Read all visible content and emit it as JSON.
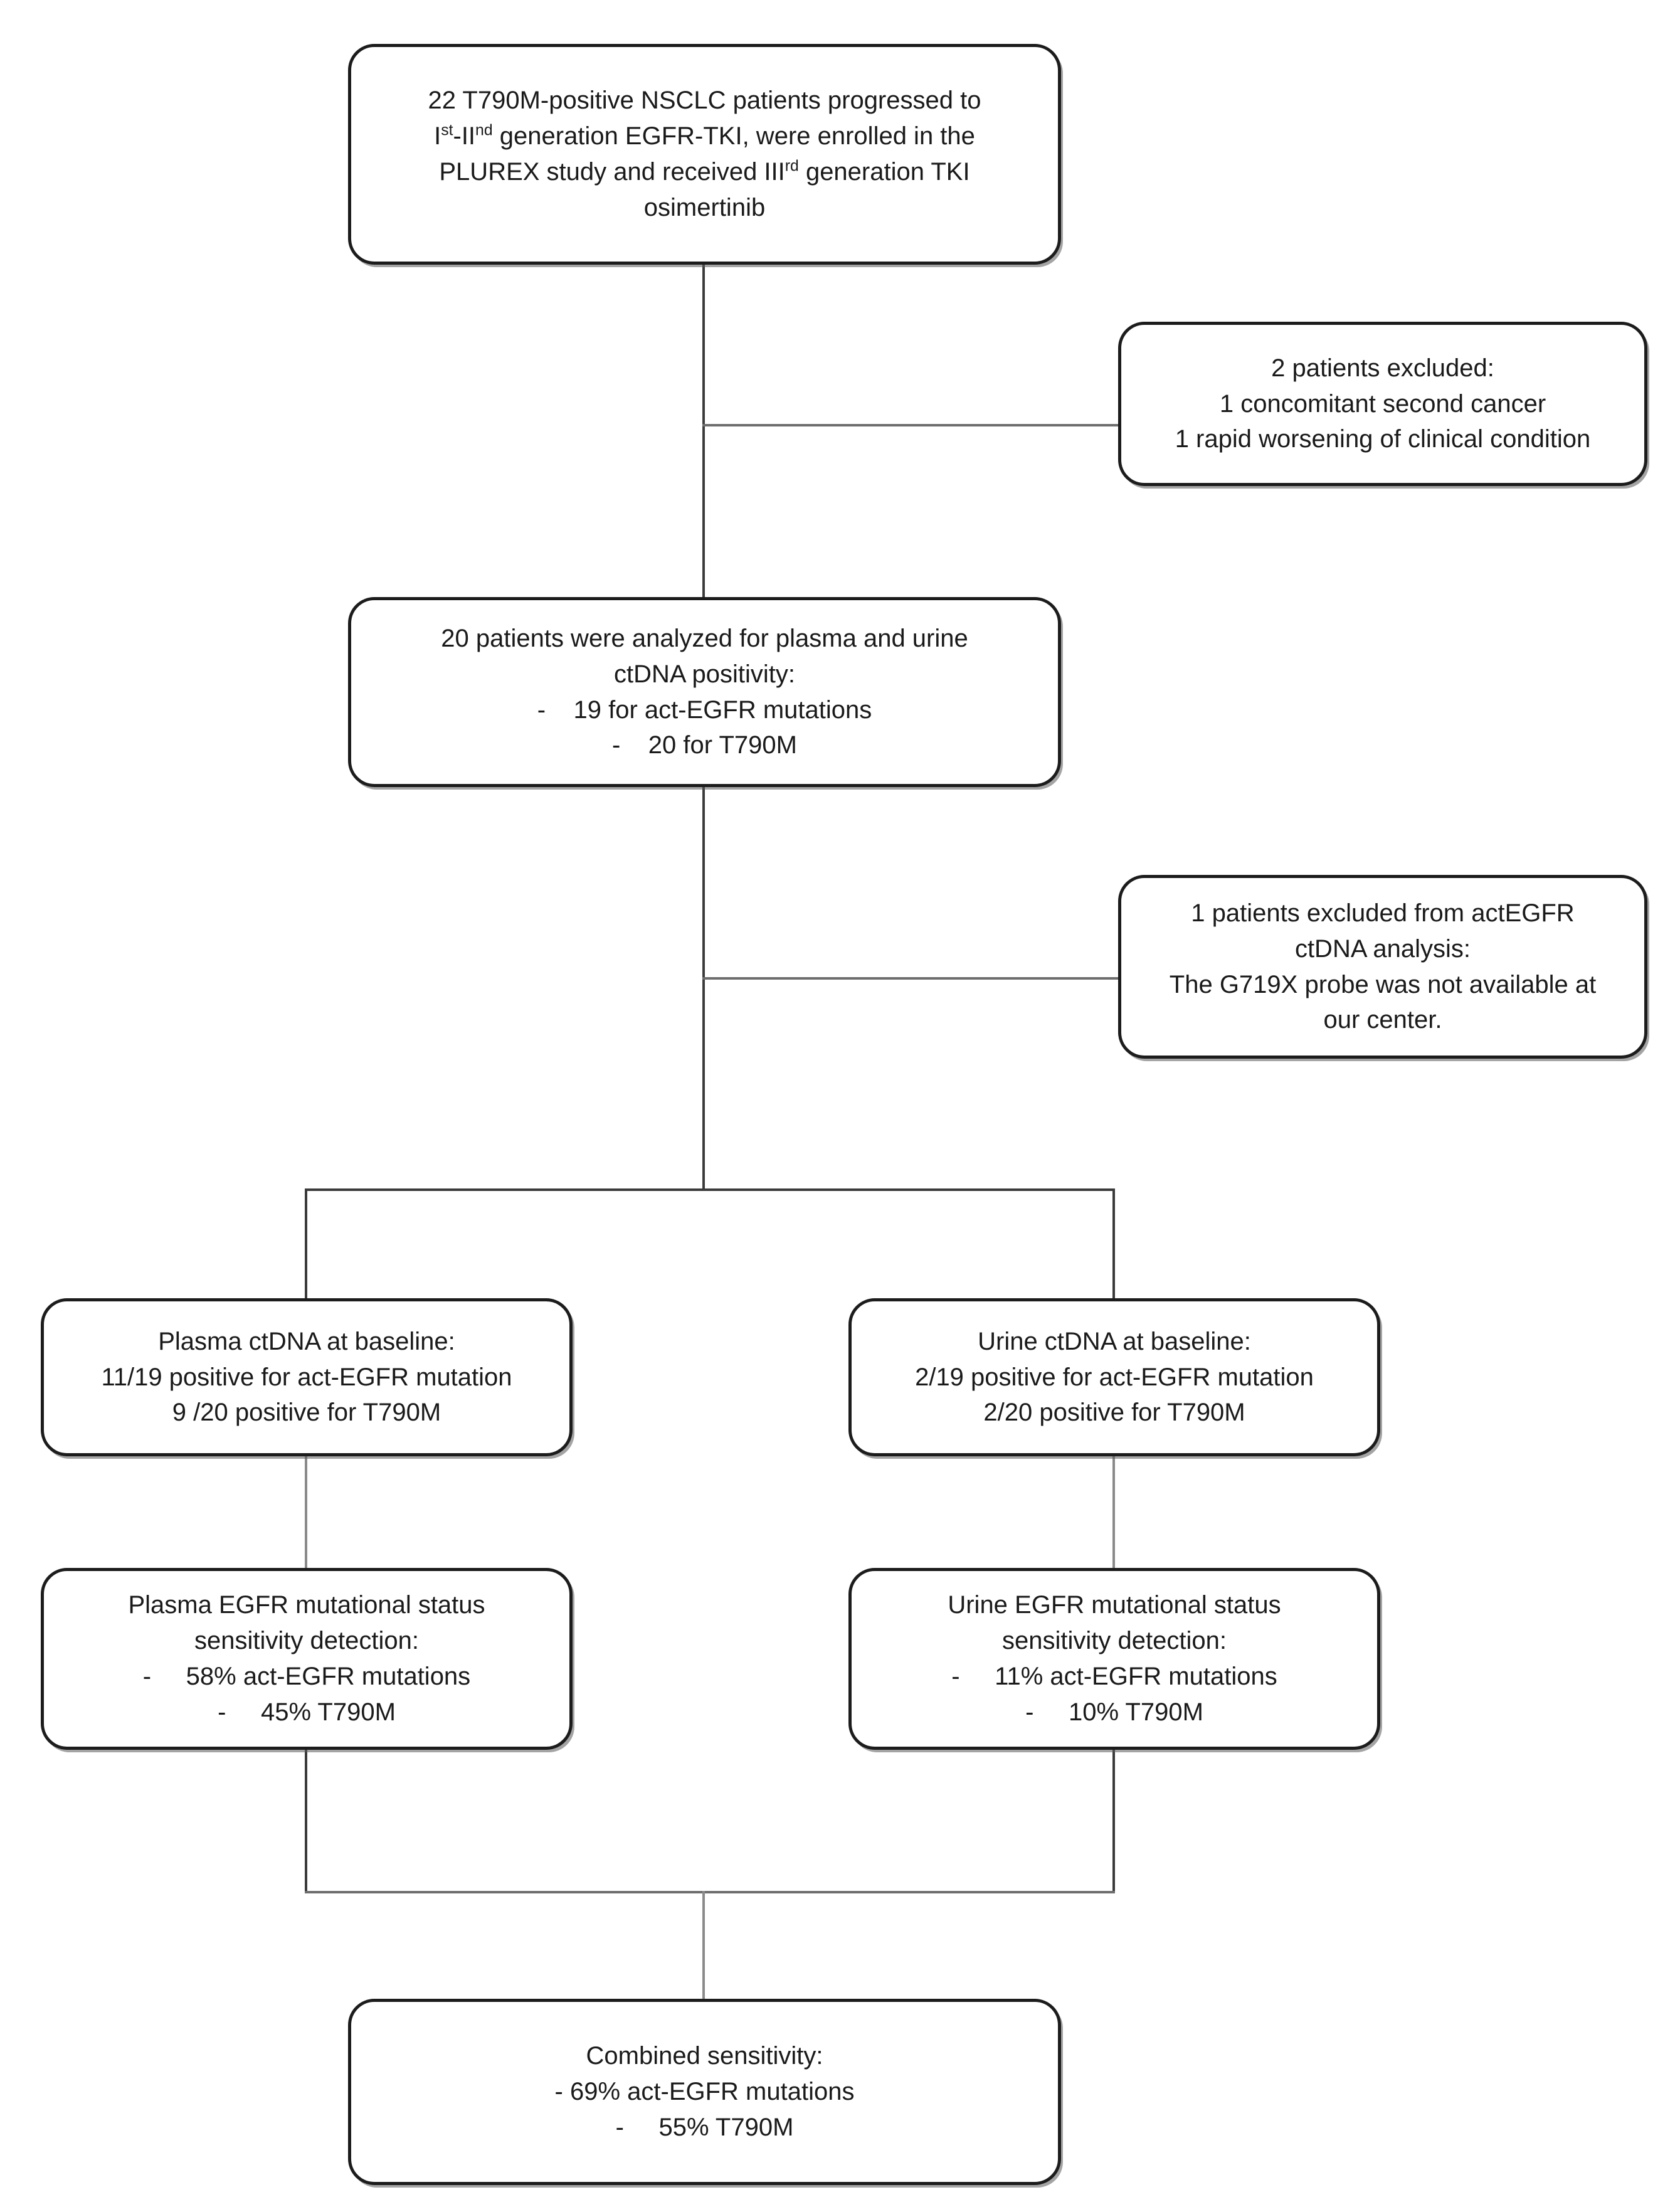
{
  "diagram": {
    "title": "PLUREX study CONSORT-style patient flow diagram",
    "type": "flowchart",
    "orientation": "top-to-bottom",
    "theme": {
      "box_border_color": "#1c1c1c",
      "box_fill_color": "#ffffff",
      "connector_color": "#6e6e6e",
      "text_color": "#1a1a1a"
    }
  },
  "nodes": {
    "enrollment": {
      "id": "enrollment-box",
      "lines": [
        "22 T790M-positive NSCLC patients progressed to",
        "generation EGFR-TKI, were enrolled in the",
        "PLUREX study and received III",
        "osimertinib"
      ],
      "line2_prefix": "I",
      "line2_sup1": "st",
      "line2_mid": "-II",
      "line2_sup2": "nd",
      "line3_sup": "rd",
      "line3_tail": " generation TKI"
    },
    "excluded_1": {
      "id": "excluded-enrollment-box",
      "lines": [
        "2 patients excluded:",
        "1 concomitant second cancer",
        "1 rapid worsening of clinical condition"
      ]
    },
    "analyzed": {
      "id": "analyzed-box",
      "lines": [
        "20 patients were analyzed for plasma and urine",
        "ctDNA positivity:",
        "-    19 for act-EGFR mutations",
        "-    20 for T790M"
      ]
    },
    "excluded_2": {
      "id": "excluded-actegfr-box",
      "lines": [
        "1 patients excluded from actEGFR",
        "ctDNA analysis:",
        "The G719X probe was not available at",
        "our center."
      ]
    },
    "plasma_baseline": {
      "id": "plasma-baseline-box",
      "lines": [
        "Plasma ctDNA at baseline:",
        "11/19 positive for act-EGFR mutation",
        "9 /20 positive for T790M"
      ]
    },
    "urine_baseline": {
      "id": "urine-baseline-box",
      "lines": [
        "Urine ctDNA at baseline:",
        "2/19 positive for act-EGFR mutation",
        "2/20 positive for T790M"
      ]
    },
    "plasma_sensitivity": {
      "id": "plasma-sensitivity-box",
      "lines": [
        "Plasma EGFR mutational status",
        "sensitivity detection:",
        "-     58% act-EGFR mutations",
        "-     45% T790M"
      ]
    },
    "urine_sensitivity": {
      "id": "urine-sensitivity-box",
      "lines": [
        "Urine EGFR mutational status",
        "sensitivity detection:",
        "-     11% act-EGFR mutations",
        "-     10% T790M"
      ]
    },
    "combined": {
      "id": "combined-sensitivity-box",
      "lines": [
        "Combined sensitivity:",
        "- 69% act-EGFR mutations",
        "-     55% T790M"
      ]
    }
  },
  "chart_data": {
    "type": "table",
    "title": "PLUREX study ctDNA detection results",
    "rows": [
      {
        "stage": "Enrolled",
        "patients": 22,
        "detail": "T790M-positive NSCLC, progressed on Ist-IInd generation EGFR-TKI, treated with IIIrd generation TKI osimertinib"
      },
      {
        "stage": "Excluded",
        "patients": 2,
        "detail": "1 concomitant second cancer; 1 rapid worsening of clinical condition"
      },
      {
        "stage": "Analyzed",
        "patients": 20,
        "detail": "19 for act-EGFR mutations; 20 for T790M"
      },
      {
        "stage": "Excluded from actEGFR ctDNA analysis",
        "patients": 1,
        "detail": "G719X probe not available at our center"
      },
      {
        "stage": "Plasma ctDNA at baseline",
        "act_egfr": "11/19",
        "t790m": "9/20"
      },
      {
        "stage": "Urine ctDNA at baseline",
        "act_egfr": "2/19",
        "t790m": "2/20"
      },
      {
        "stage": "Plasma sensitivity detection",
        "act_egfr_pct": 58,
        "t790m_pct": 45
      },
      {
        "stage": "Urine sensitivity detection",
        "act_egfr_pct": 11,
        "t790m_pct": 10
      },
      {
        "stage": "Combined sensitivity",
        "act_egfr_pct": 69,
        "t790m_pct": 55
      }
    ]
  }
}
